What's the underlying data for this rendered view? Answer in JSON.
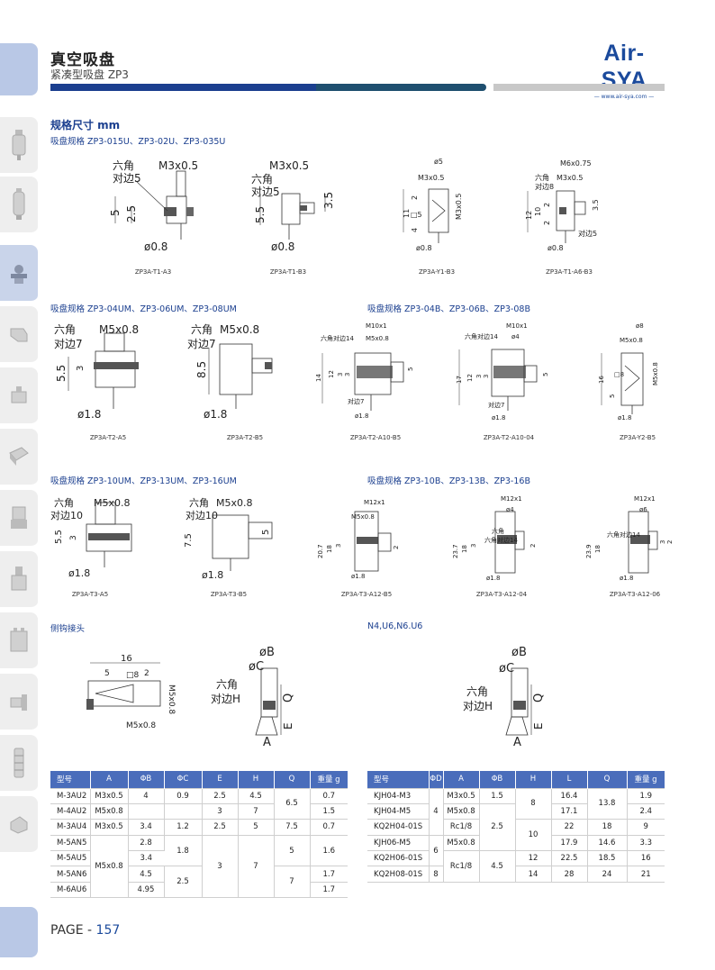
{
  "header": {
    "title": "真空吸盘",
    "subtitle": "紧凑型吸盘 ZP3",
    "logo": "Air-SYA",
    "logo_url": "— www.air-sya.com —"
  },
  "section_title": "规格尺寸 mm",
  "groups": {
    "g1": "吸盘规格 ZP3-015U、ZP3-02U、ZP3-035U",
    "g2": "吸盘规格 ZP3-04UM、ZP3-06UM、ZP3-08UM",
    "g3": "吸盘规格 ZP3-04B、ZP3-06B、ZP3-08B",
    "g4": "吸盘规格 ZP3-10UM、ZP3-13UM、ZP3-16UM",
    "g5": "吸盘规格 ZP3-10B、ZP3-13B、ZP3-16B",
    "g6": "侧钩接头",
    "g7": "N4,U6,N6.U6"
  },
  "captions": {
    "r1": [
      "ZP3A-T1-A3",
      "ZP3A-T1-B3",
      "ZP3A-Y1-B3",
      "ZP3A-T1-A6-B3"
    ],
    "r2": [
      "ZP3A-T2-A5",
      "ZP3A-T2-B5",
      "ZP3A-T2-A10-B5",
      "ZP3A-T2-A10-04",
      "ZP3A-Y2-B5"
    ],
    "r3": [
      "ZP3A-T3-A5",
      "ZP3A-T3-B5",
      "ZP3A-T3-A12-B5",
      "ZP3A-T3-A12-04",
      "ZP3A-T3-A12-06"
    ]
  },
  "dims": {
    "hex": "六角",
    "hex_side5": "对边5",
    "hex_side7": "对边7",
    "hex_side8": "对边8",
    "hex_side10": "对边10",
    "hex_side14": "六角对边14",
    "hex_side_h": "对边H",
    "m3x05": "M3x0.5",
    "m5x08": "M5x0.8",
    "m6x075": "M6x0.75",
    "m10x1": "M10x1",
    "m12x1": "M12x1",
    "d08": "ø0.8",
    "d18": "ø1.8",
    "d4": "ø4",
    "d5": "ø5",
    "d6": "ø6",
    "d8": "ø8",
    "dB": "øB",
    "dC": "øC",
    "A": "A",
    "E": "E",
    "Q": "Q",
    "n16": "16",
    "n5": "5",
    "n2": "2",
    "n25": "2.5",
    "n35": "3.5",
    "n55": "5.5",
    "n85": "8.5",
    "n11": "11",
    "n4": "4",
    "n12": "12",
    "n10": "10",
    "n3": "3",
    "n14": "14",
    "n17": "17",
    "n16v": "16",
    "n75": "7.5",
    "n207": "20.7",
    "n237": "23.7",
    "n239": "23.9",
    "n18": "18",
    "sq5": "□5",
    "sq8": "□8",
    "m5x08v": "M5x0.8",
    "m3x05v": "M3x0.5"
  },
  "table_left": {
    "headers": [
      "型号",
      "A",
      "ΦB",
      "ΦC",
      "E",
      "H",
      "Q",
      "重量 g"
    ],
    "rows": [
      [
        "M-3AU2",
        "M3x0.5",
        "4",
        "0.9",
        "2.5",
        "4.5",
        "6.5",
        "0.7"
      ],
      [
        "M-4AU2",
        "M5x0.8",
        "",
        "",
        "3",
        "7",
        "",
        "1.5"
      ],
      [
        "M-3AU4",
        "M3x0.5",
        "3.4",
        "1.2",
        "2.5",
        "5",
        "7.5",
        "0.7"
      ],
      [
        "M-5AN5",
        "M5x0.8",
        "2.8",
        "1.8",
        "3",
        "7",
        "5",
        "1.6"
      ],
      [
        "M-5AU5",
        "",
        "3.4",
        "",
        "",
        "",
        "",
        ""
      ],
      [
        "M-5AN6",
        "",
        "4.5",
        "2.5",
        "",
        "",
        "7",
        "1.7"
      ],
      [
        "M-6AU6",
        "",
        "4.95",
        "",
        "",
        "",
        "",
        "1.7"
      ]
    ]
  },
  "table_right": {
    "headers": [
      "型号",
      "ΦD",
      "A",
      "ΦB",
      "H",
      "L",
      "Q",
      "重量 g"
    ],
    "rows": [
      [
        "KJH04-M3",
        "4",
        "M3x0.5",
        "1.5",
        "8",
        "16.4",
        "13.8",
        "1.9"
      ],
      [
        "KJH04-M5",
        "",
        "M5x0.8",
        "",
        "",
        "17.1",
        "",
        "2.4"
      ],
      [
        "KQ2H04-01S",
        "",
        "Rc1/8",
        "2.5",
        "10",
        "22",
        "18",
        "9"
      ],
      [
        "KJH06-M5",
        "6",
        "M5x0.8",
        "",
        "",
        "17.9",
        "14.6",
        "3.3"
      ],
      [
        "KQ2H06-01S",
        "",
        "Rc1/8",
        "4.5",
        "12",
        "22.5",
        "18.5",
        "16"
      ],
      [
        "KQ2H08-01S",
        "8",
        "",
        "",
        "14",
        "28",
        "24",
        "21"
      ]
    ]
  },
  "footer": {
    "page_prefix": "PAGE - ",
    "page_number": "157"
  },
  "colors": {
    "brand": "#1b4a9c",
    "header_bar": "#1b3f8f",
    "table_header": "#4a6dbb",
    "side_tab": "#eeeeee",
    "side_active": "#b9c8e6"
  }
}
